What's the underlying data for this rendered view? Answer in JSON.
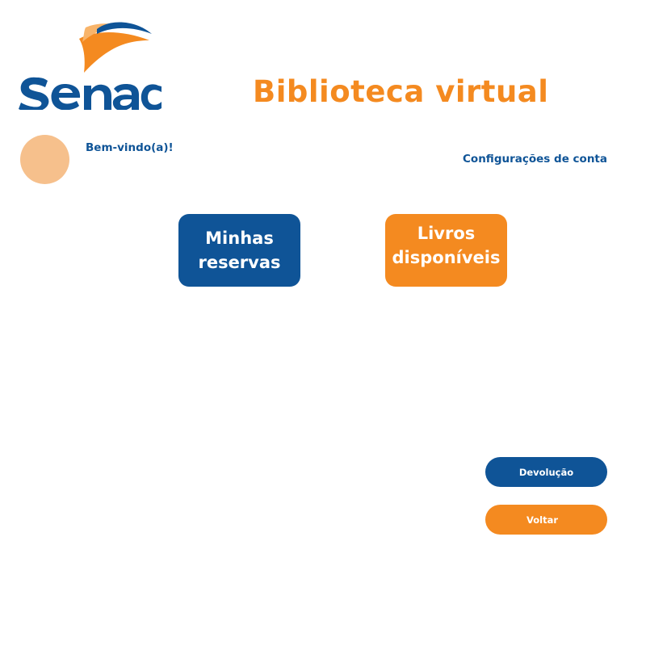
{
  "header": {
    "logo_text": "Senac",
    "title": "Biblioteca virtual"
  },
  "user": {
    "welcome": "Bem-vindo(a)!",
    "account_settings": "Configurações de conta"
  },
  "tiles": {
    "reservas": {
      "line1": "Minhas",
      "line2": "reservas"
    },
    "livros": {
      "line1": "Livros",
      "line2": "disponíveis"
    }
  },
  "actions": {
    "devolucao": "Devolução",
    "voltar": "Voltar"
  },
  "colors": {
    "brand_blue": "#0f5497",
    "brand_orange": "#f48a20",
    "avatar": "#f6c08c",
    "background": "#ffffff"
  },
  "icons": {
    "logo": "senac-logo",
    "avatar": "user-avatar-placeholder"
  }
}
